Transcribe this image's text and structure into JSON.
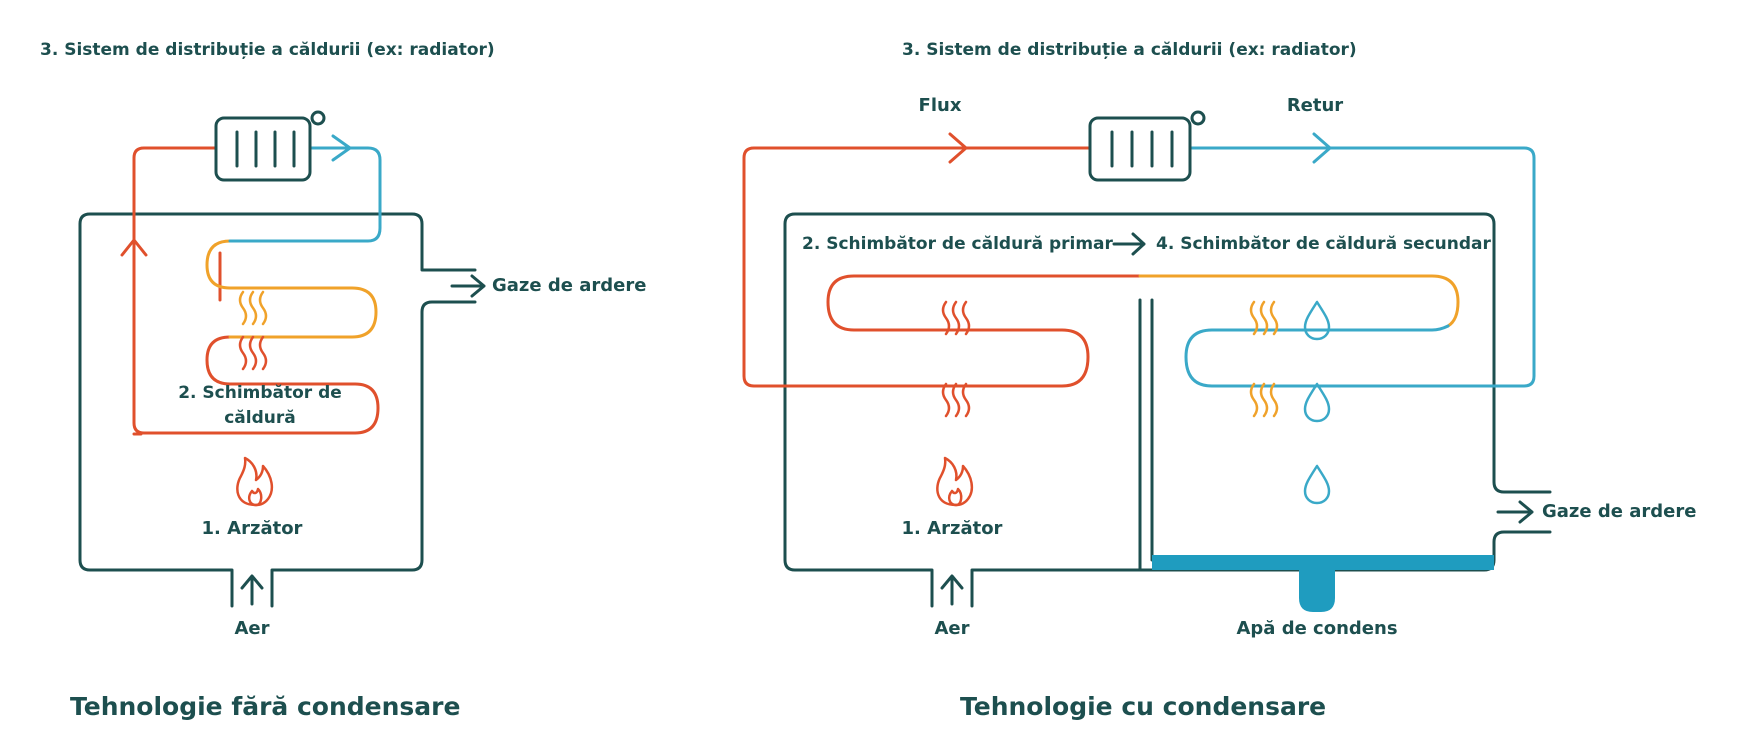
{
  "colors": {
    "teal": "#1d4f4f",
    "red": "#e0502c",
    "orange": "#f0a22a",
    "blue": "#3aa9c8",
    "condensate": "#1f9cbf"
  },
  "left": {
    "distribution_label": "3. Sistem de distribuție a căldurii (ex: radiator)",
    "exchanger_label_line1": "2. Schimbător de",
    "exchanger_label_line2": "căldură",
    "burner_label": "1. Arzător",
    "flue_label": "Gaze de ardere",
    "air_label": "Aer",
    "title": "Tehnologie fără condensare"
  },
  "right": {
    "distribution_label": "3. Sistem de distribuție a căldurii (ex: radiator)",
    "flow_label": "Flux",
    "return_label": "Retur",
    "primary_exchanger_label": "2. Schimbător de căldură primar",
    "secondary_exchanger_label": "4. Schimbător de căldură secundar",
    "burner_label": "1. Arzător",
    "flue_label": "Gaze de ardere",
    "air_label": "Aer",
    "condensate_label": "Apă de condens",
    "title": "Tehnologie cu condensare"
  },
  "icons": {
    "radiator": "radiator-icon",
    "heat": "heat-waves-icon",
    "flame": "flame-icon",
    "droplet": "water-drop-icon",
    "arrow": "arrow-icon"
  }
}
